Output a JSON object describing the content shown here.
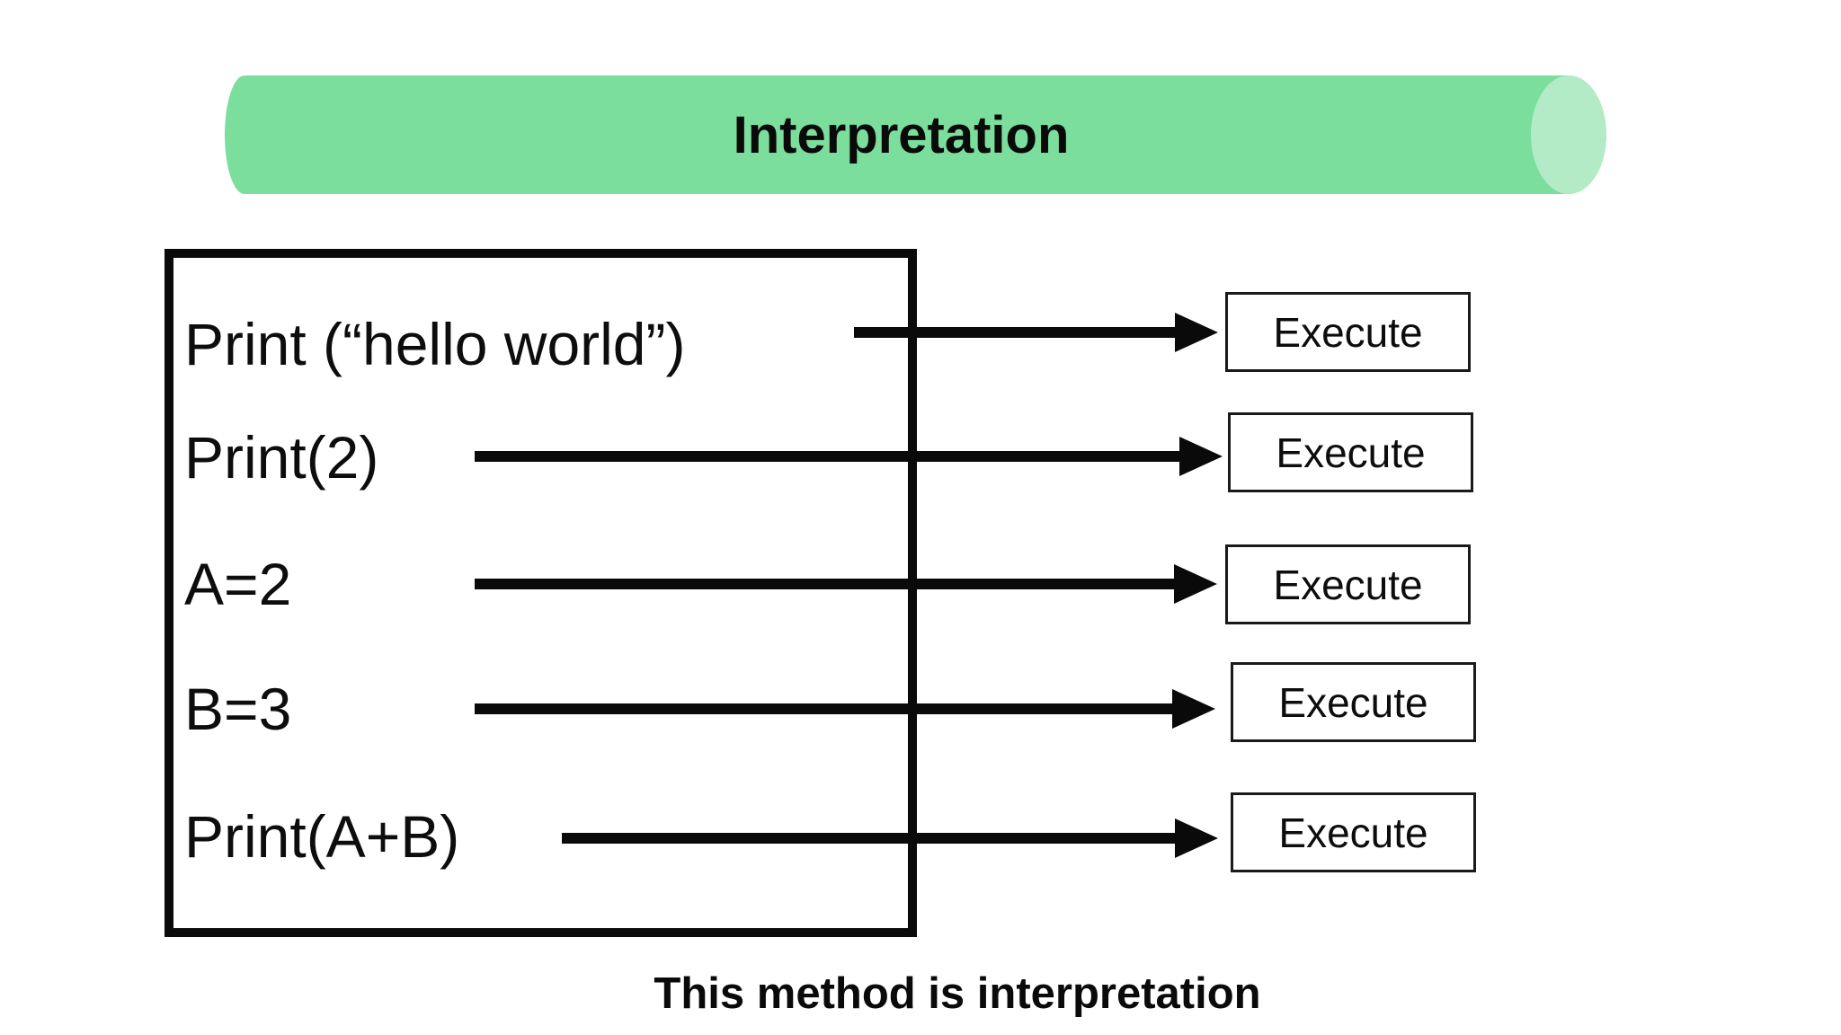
{
  "title": "Interpretation",
  "code_box": {
    "lines": [
      {
        "code": "Print (“hello world”)",
        "execute_label": "Execute"
      },
      {
        "code": "Print(2)",
        "execute_label": "Execute"
      },
      {
        "code": "A=2",
        "execute_label": "Execute"
      },
      {
        "code": "B=3",
        "execute_label": "Execute"
      },
      {
        "code": "Print(A+B)",
        "execute_label": "Execute"
      }
    ]
  },
  "caption": "This method is interpretation",
  "colors": {
    "banner_green": "#7bde9c",
    "banner_cap_green": "#b2ebc6",
    "ink": "#0a0a0a"
  }
}
